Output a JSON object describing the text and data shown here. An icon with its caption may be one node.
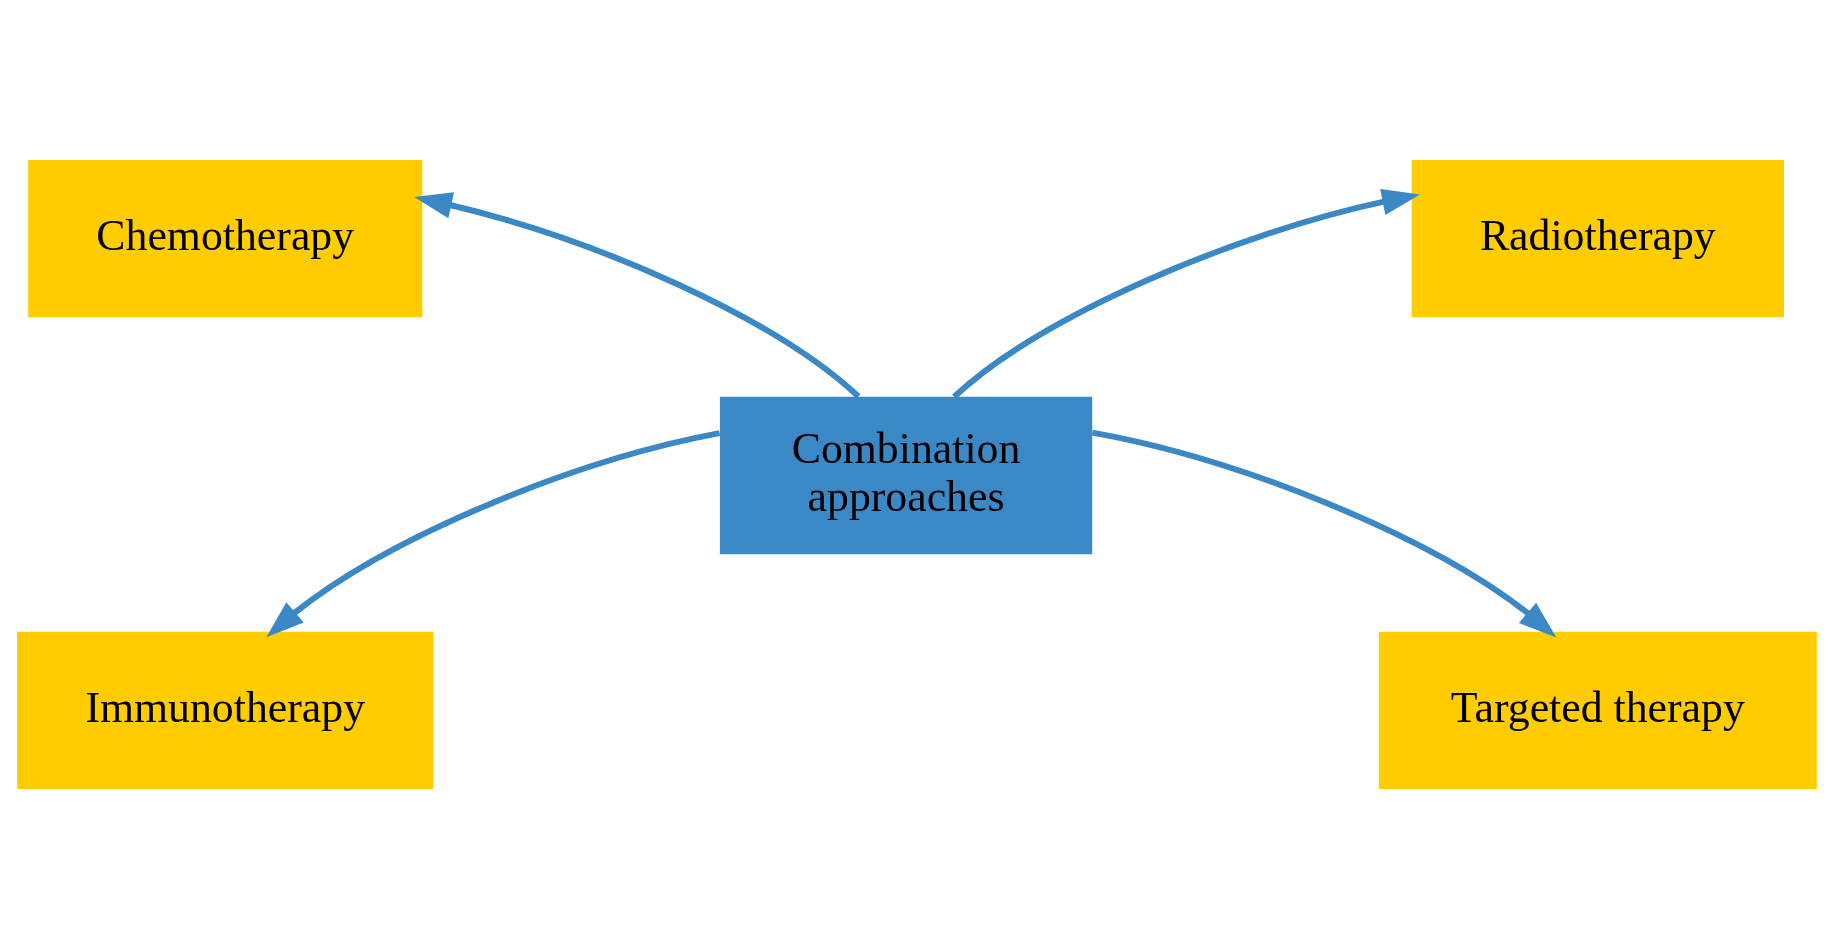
{
  "diagram": {
    "nodes": [
      {
        "text": [
          "Chemotherapy"
        ]
      },
      {
        "text": [
          "Radiotherapy"
        ]
      },
      {
        "text": [
          "Combination approaches"
        ]
      },
      {
        "text": [
          "Immunotherapy"
        ]
      },
      {
        "text": [
          "Targeted therapy"
        ]
      }
    ],
    "edges": [
      {
        "from": 2,
        "to": 0,
        "arrow": "to"
      },
      {
        "from": 2,
        "to": 1,
        "arrow": "to"
      },
      {
        "from": 2,
        "to": 3,
        "arrow": "to"
      },
      {
        "from": 2,
        "to": 4,
        "arrow": "to"
      }
    ]
  }
}
